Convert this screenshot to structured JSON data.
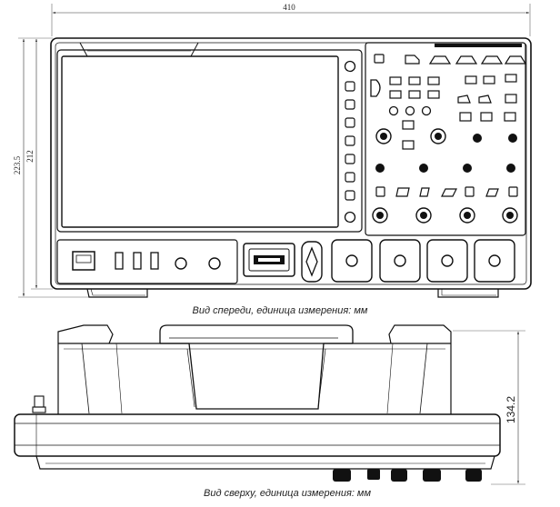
{
  "dimensions": {
    "width": "410",
    "height_total": "223.5",
    "height_body": "212",
    "depth": "134.2"
  },
  "captions": {
    "front": "Вид спереди, единица измерения: мм",
    "top": "Вид сверху, единица измерения: мм"
  }
}
